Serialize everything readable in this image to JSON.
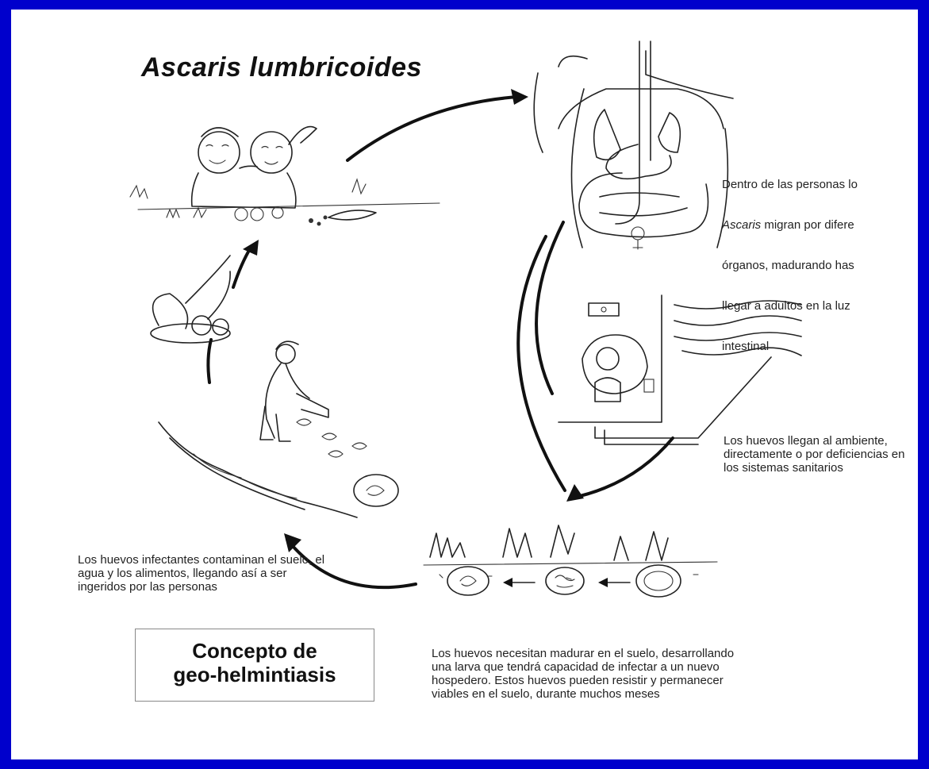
{
  "diagram": {
    "title": "Ascaris lumbricoides",
    "caption_body": {
      "line1": "Dentro de las personas lo",
      "line2_italic": "Ascaris",
      "line2_rest": " migran por difere",
      "line3": "órganos, madurando has",
      "line4": "llegar a adultos en la luz",
      "line5": "intestinal"
    },
    "caption_environment": "Los huevos llegan al ambiente, directamente o por deficiencias en los sistemas sanitarios",
    "caption_infective": "Los huevos infectantes contaminan el suelo, el agua y los alimentos, llegando así a ser ingeridos por las personas",
    "caption_maturation": "Los huevos necesitan madurar en el suelo, desarrollando una larva que tendrá capacidad de infectar a un nuevo hospedero. Estos huevos pueden resistir y permanecer viables en el suelo, durante muchos meses",
    "concept_line1": "Concepto de",
    "concept_line2": "geo-helmintiasis",
    "colors": {
      "border": "#0000cc",
      "background": "#ffffff",
      "ink": "#111111"
    }
  }
}
